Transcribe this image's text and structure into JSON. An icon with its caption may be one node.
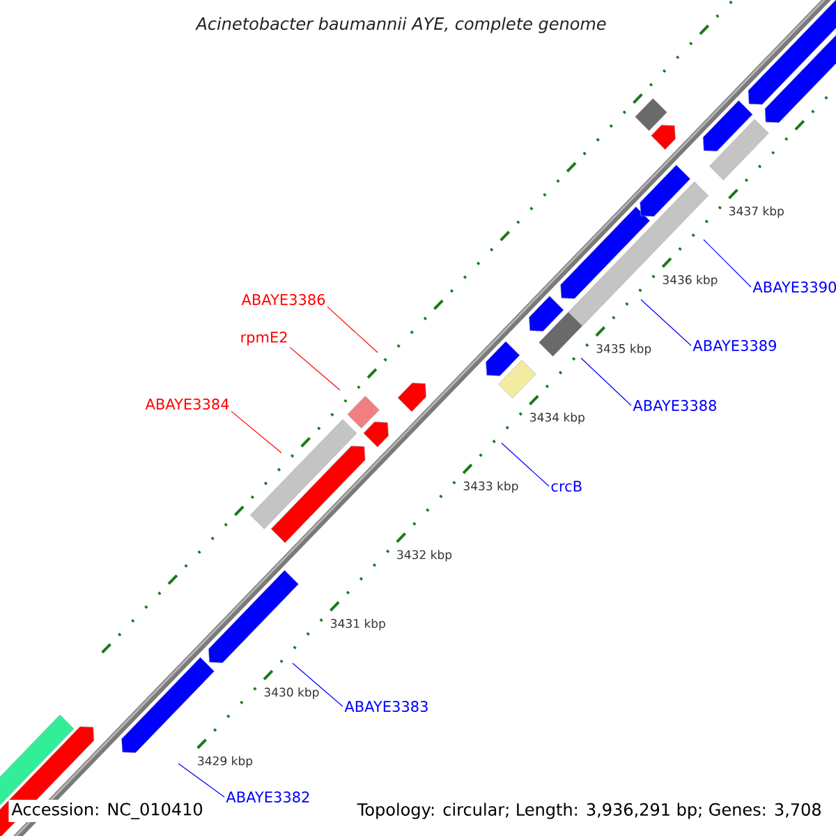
{
  "diagram": {
    "title": "Acinetobacter baumannii AYE, complete genome",
    "nodes": [
      {
        "text": [
          "ABAYE3386"
        ]
      },
      {
        "text": [
          "rpmE2"
        ]
      },
      {
        "text": [
          "ABAYE3384"
        ]
      },
      {
        "text": [
          "ABAYE3390"
        ]
      },
      {
        "text": [
          "ABAYE3389"
        ]
      },
      {
        "text": [
          "ABAYE3388"
        ]
      },
      {
        "text": [
          "crcB"
        ]
      },
      {
        "text": [
          "ABAYE3383"
        ]
      },
      {
        "text": [
          "ABAYE3382"
        ]
      }
    ],
    "edges": [
      {
        "from": 0,
        "to": null,
        "arrow": "none",
        "color": "#ff0000"
      },
      {
        "from": 1,
        "to": null,
        "arrow": "none",
        "color": "#ff0000"
      },
      {
        "from": 2,
        "to": null,
        "arrow": "none",
        "color": "#ff0000"
      },
      {
        "from": 3,
        "to": null,
        "arrow": "none"
      },
      {
        "from": 4,
        "to": null,
        "arrow": "none"
      },
      {
        "from": 5,
        "to": null,
        "arrow": "none"
      },
      {
        "from": 6,
        "to": null,
        "arrow": "none"
      },
      {
        "from": 7,
        "to": null,
        "arrow": "none"
      },
      {
        "from": 8,
        "to": null,
        "arrow": "none"
      }
    ],
    "labels": [
      "3437 kbp",
      "3436 kbp",
      "3435 kbp",
      "3434 kbp",
      "3433 kbp",
      "3432 kbp",
      "3431 kbp",
      "3430 kbp",
      "3429 kbp",
      "Accession: NC_010410",
      "Topology: circular; Length: 3,936,291 bp; Genes: 3,708"
    ]
  }
}
